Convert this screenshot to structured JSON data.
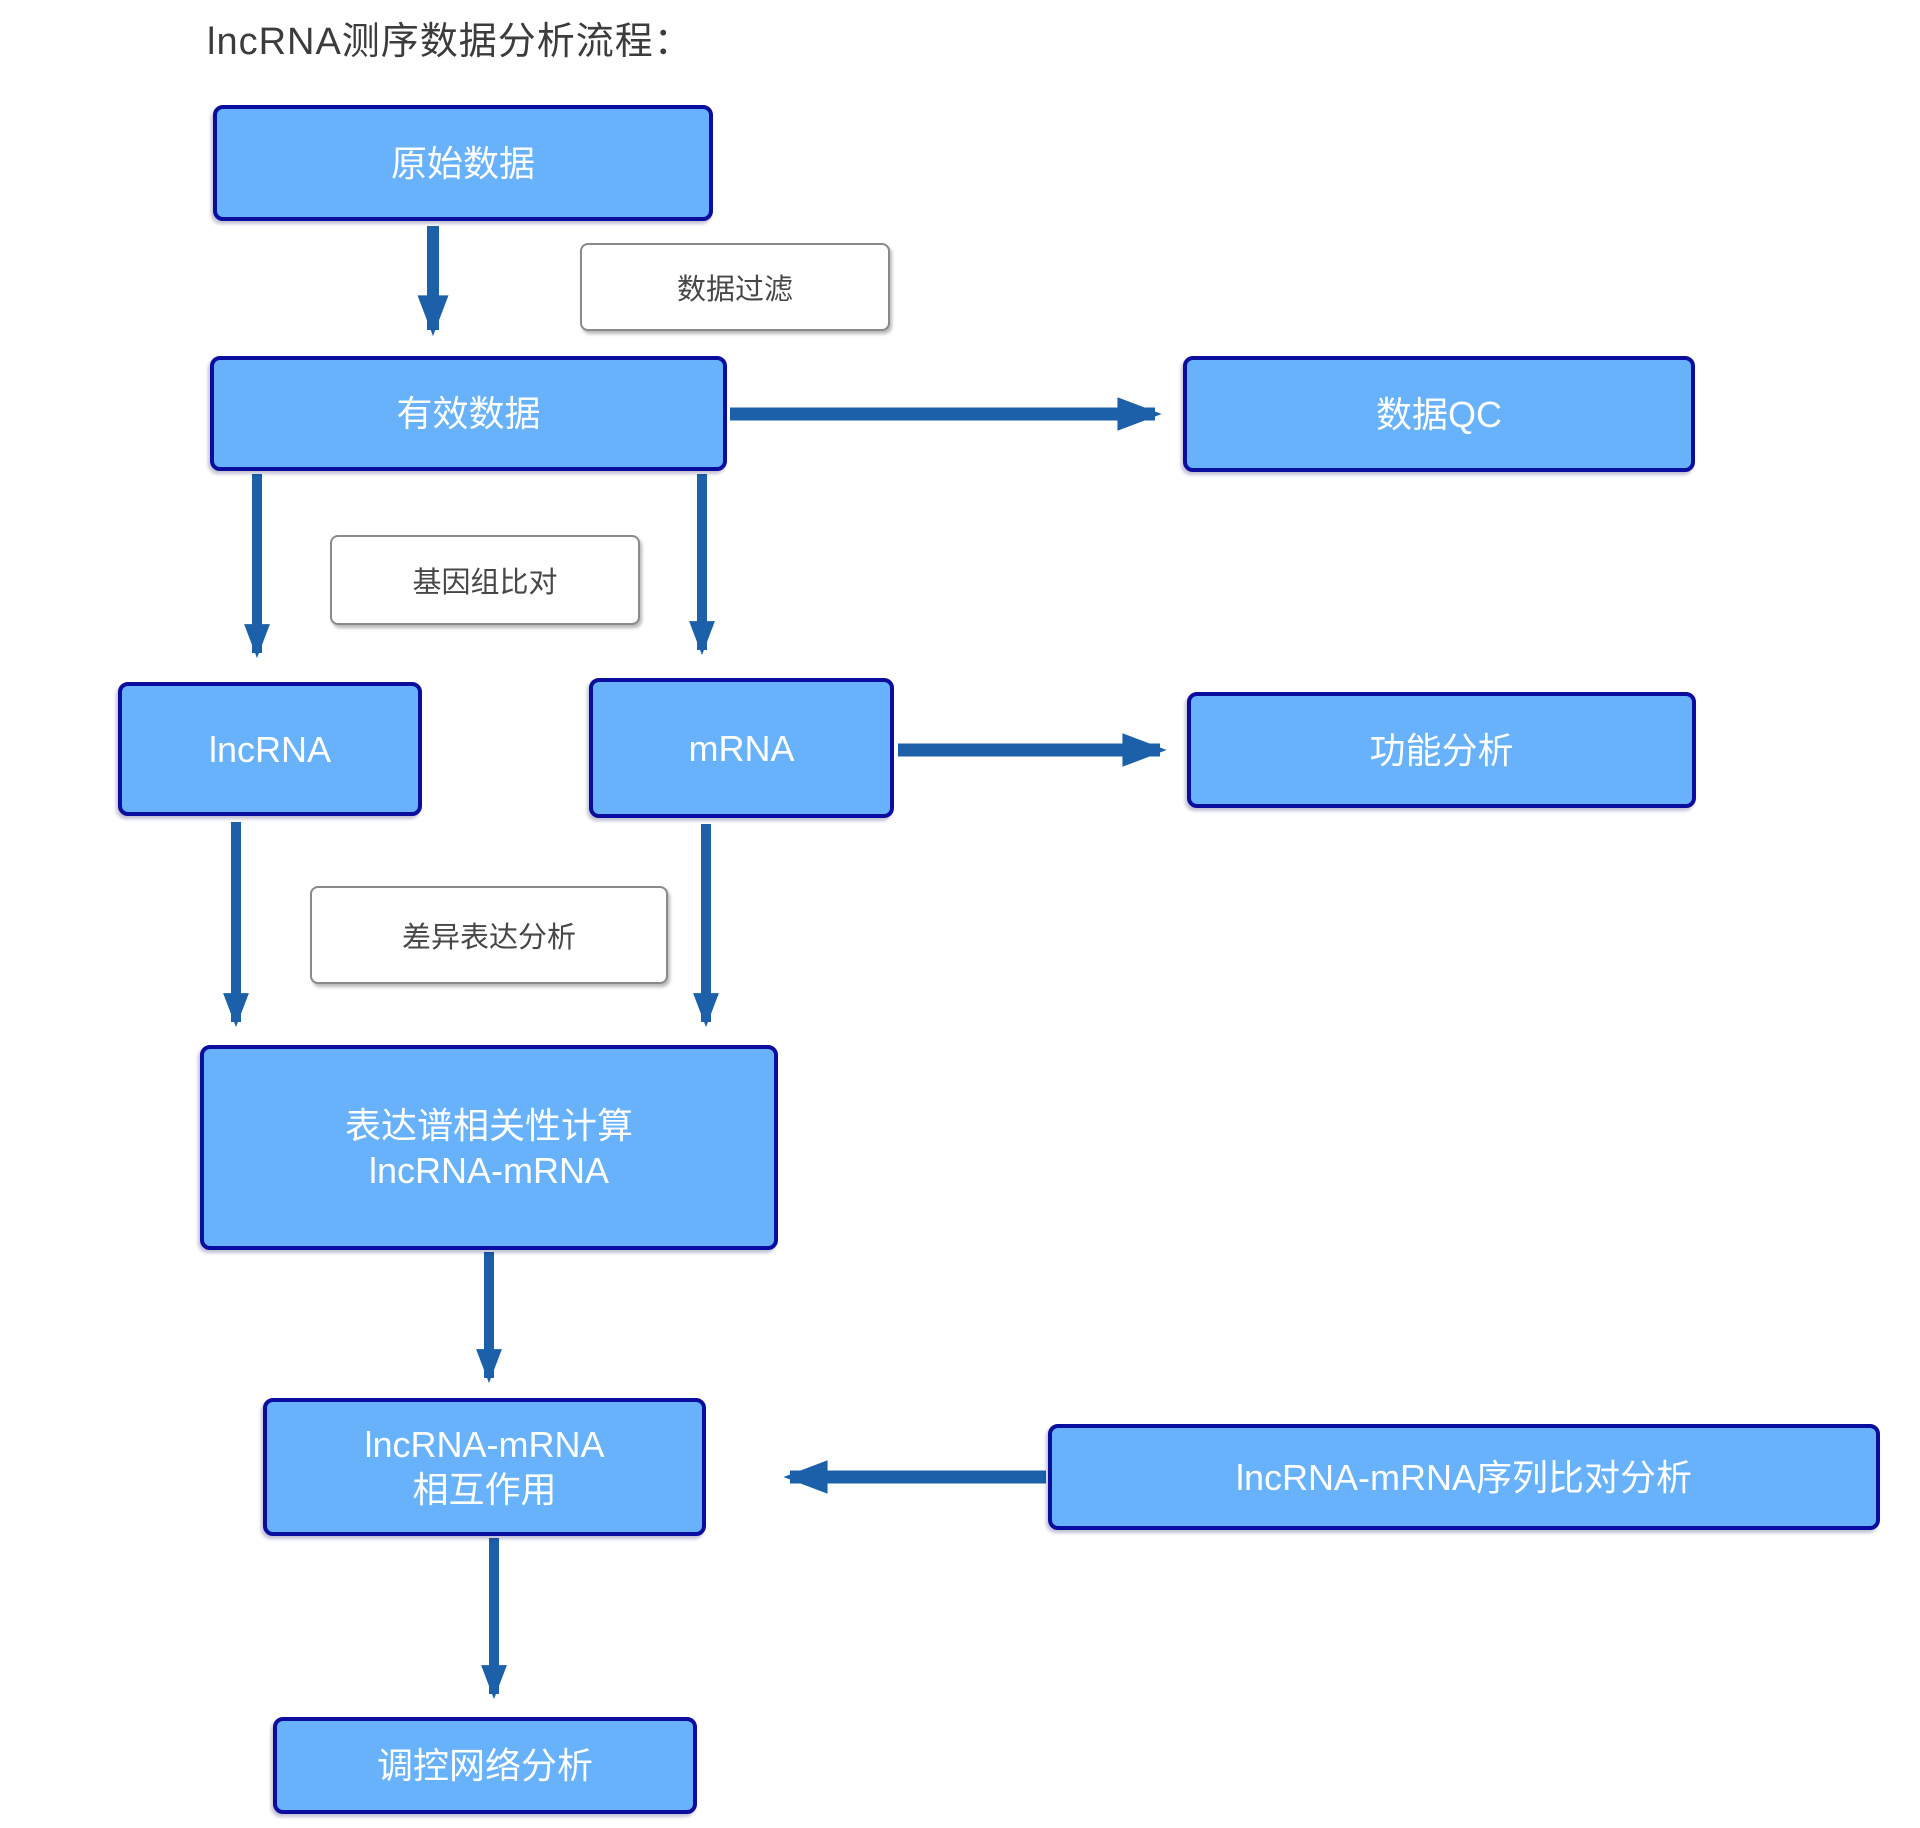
{
  "title": "lncRNA测序数据分析流程：",
  "nodes": {
    "raw_data": {
      "label": "原始数据"
    },
    "valid_data": {
      "label": "有效数据"
    },
    "data_qc": {
      "label": "数据QC"
    },
    "lncrna": {
      "label": "lncRNA"
    },
    "mrna": {
      "label": "mRNA"
    },
    "functional": {
      "label": "功能分析"
    },
    "correlation": {
      "line1": "表达谱相关性计算",
      "line2": "lncRNA-mRNA"
    },
    "interaction": {
      "line1": "lncRNA-mRNA",
      "line2": "相互作用"
    },
    "seq_alignment": {
      "label": "lncRNA-mRNA序列比对分析"
    },
    "network": {
      "label": "调控网络分析"
    }
  },
  "edge_labels": {
    "data_filter": "数据过滤",
    "genome_alignment": "基因组比对",
    "differential_expression": "差异表达分析"
  },
  "colors": {
    "node_fill": "#68b1fb",
    "node_border": "#0a0d9d",
    "node_text": "#ffffff",
    "arrow": "#1c60a9",
    "label_border": "#8a8a8a",
    "label_text": "#474747",
    "title_text": "#3c3c3c",
    "background": "#ffffff"
  }
}
